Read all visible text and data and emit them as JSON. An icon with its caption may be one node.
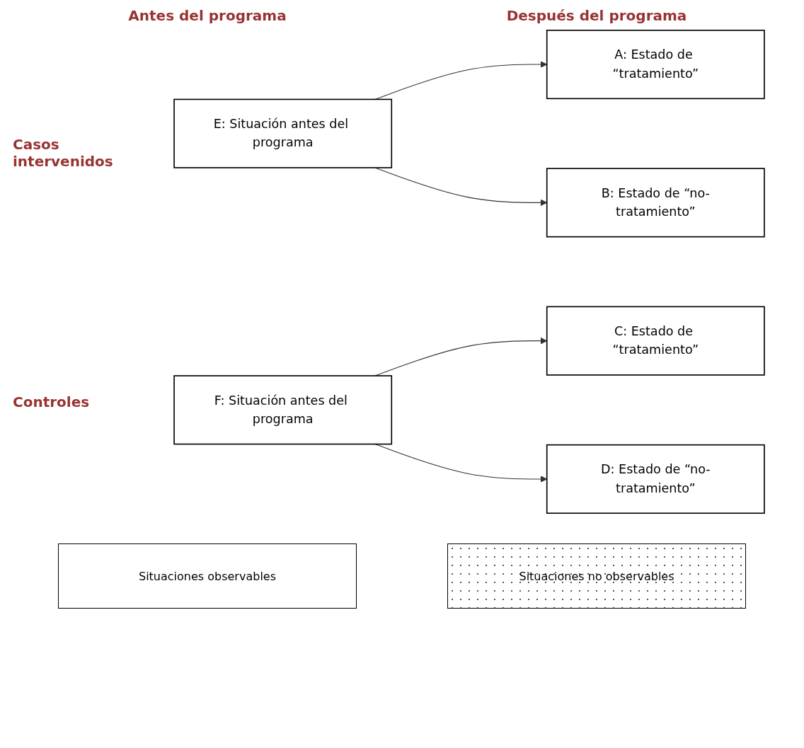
{
  "diagram": {
    "nodes": [
      {
        "text": [
          "E: Situación antes del programa"
        ]
      },
      {
        "text": [
          "A: Estado de “tratamiento”"
        ]
      },
      {
        "text": [
          "B: Estado de “no-tratamiento”"
        ]
      },
      {
        "text": [
          "F: Situación antes del programa"
        ]
      },
      {
        "text": [
          "C: Estado de “tratamiento”"
        ]
      },
      {
        "text": [
          "D: Estado de “no-tratamiento”"
        ]
      }
    ],
    "edges": [
      {
        "from": 0,
        "to": 1,
        "arrow": "to"
      },
      {
        "from": 0,
        "to": 2,
        "arrow": "to"
      },
      {
        "from": 3,
        "to": 4,
        "arrow": "to"
      },
      {
        "from": 3,
        "to": 5,
        "arrow": "to"
      }
    ],
    "labels": [
      "Antes del programa",
      "Después del programa",
      "Casos intervenidos",
      "Controles"
    ],
    "legend": [
      {
        "text": "Situaciones observables"
      },
      {
        "text": "Situaciones no observables"
      }
    ]
  }
}
